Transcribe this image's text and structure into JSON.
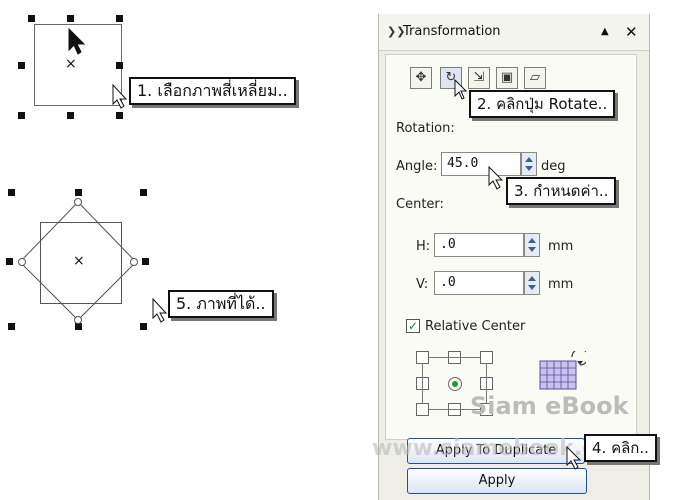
{
  "callouts": {
    "step1": "1. เลือกภาพสี่เหลี่ยม..",
    "step2": "2. คลิกปุ่ม Rotate..",
    "step3": "3. กำหนดค่า..",
    "step4": "4. คลิก..",
    "step5": "5. ภาพที่ได้.."
  },
  "panel": {
    "title": "Transformation",
    "rotation_label": "Rotation:",
    "angle_label": "Angle:",
    "angle_value": "45.0",
    "angle_unit": "deg",
    "center_label": "Center:",
    "h_label": "H:",
    "h_value": ".0",
    "h_unit": "mm",
    "v_label": "V:",
    "v_value": ".0",
    "v_unit": "mm",
    "relative_center_label": "Relative Center",
    "relative_center_checked": true,
    "apply_duplicate_label": "Apply To Duplicate",
    "apply_label": "Apply"
  },
  "watermark": {
    "top": "Siam eBook",
    "bottom": "www.siamebook.com"
  }
}
